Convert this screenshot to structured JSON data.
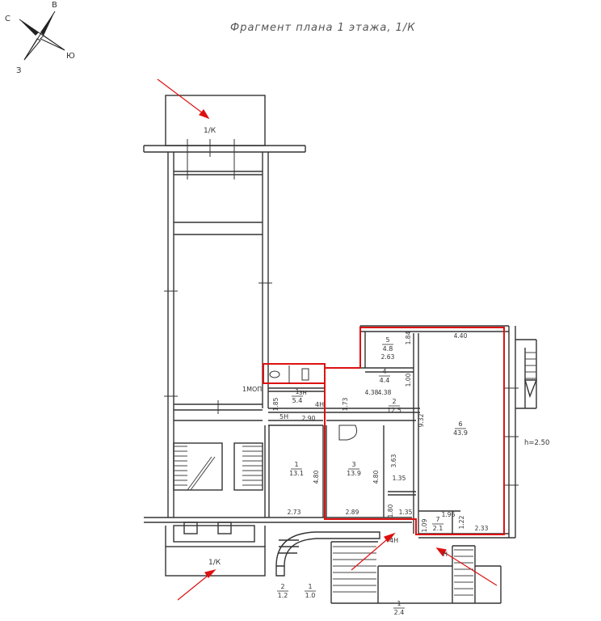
{
  "title": "Фрагмент плана 1 этажа, 1/К",
  "compass": {
    "n": "С",
    "e": "В",
    "s": "Ю",
    "w": "З"
  },
  "entrances": {
    "top": "1/К",
    "bottom": "1/К"
  },
  "ceiling_height": "h=2.50",
  "labels": {
    "mop": "1МОП",
    "h4a": "4Н",
    "h5": "5Н",
    "h4b": "4Н",
    "h3": "3Н",
    "h1": "Н"
  },
  "rooms": [
    {
      "id": "1",
      "area": "13.1"
    },
    {
      "id": "2",
      "area": "12.5"
    },
    {
      "id": "3",
      "area": "13.9"
    },
    {
      "id": "4",
      "area": "4.4"
    },
    {
      "id": "5",
      "area": "4.8"
    },
    {
      "id": "6",
      "area": "43.9"
    },
    {
      "id": "7",
      "area": "2.1"
    },
    {
      "id": "1",
      "area": "5.4"
    },
    {
      "id": "2",
      "area": "1.2"
    },
    {
      "id": "1",
      "area": "1.0"
    },
    {
      "id": "1",
      "area": "2.4"
    }
  ],
  "dimensions": [
    "4.40",
    "2.63",
    "1.84",
    "4.38",
    "1.00",
    "4.38",
    "9.32",
    "1.73",
    "2.90",
    "1.85",
    "4.80",
    "4.80",
    "3.63",
    "1.35",
    "1.35",
    "1.80",
    "2.73",
    "2.89",
    "2.33",
    "1.96",
    "1.22",
    "1.09"
  ]
}
